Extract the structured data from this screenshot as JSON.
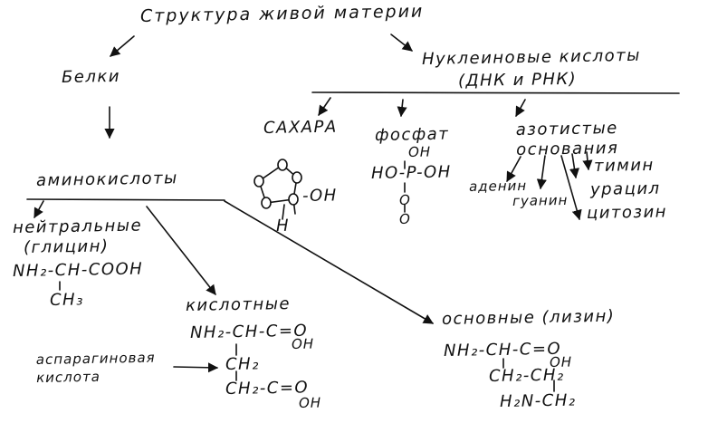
{
  "title": "Структура живой материи",
  "proteins": {
    "label": "Белки",
    "amino_acids": "аминокислоты",
    "neutral": {
      "label": "нейтральные",
      "example": "(глицин)",
      "formula": "NH₂-CH-COOH",
      "side_chain": "CH₃"
    },
    "acidic": {
      "label": "кислотные",
      "formula": "NH₂-CH-C=O",
      "oh": "OH",
      "chain1": "CH₂",
      "chain2": "CH₂-C=O",
      "oh2": "OH",
      "example_label": "аспарагиновая кислота"
    },
    "basic": {
      "label": "основные (лизин)",
      "formula": "NH₂-CH-C=O",
      "oh": "OH",
      "chain1": "CH₂-CH₂",
      "chain2": "H₂N-CH₂"
    }
  },
  "nucleic_acids": {
    "label": "Нуклеиновые кислоты",
    "sublabel": "(ДНК и РНК)",
    "sugars": {
      "label": "САХАРА",
      "ring_oh": "-OH",
      "ring_h": "H"
    },
    "phosphate": {
      "label": "фосфат",
      "oh_top": "OH",
      "formula": "HO-P-OH",
      "o_mid": "O",
      "o_bottom": "O"
    },
    "bases": {
      "label": "азотистые основания",
      "items": [
        "аденин",
        "гуанин",
        "тимин",
        "урацил",
        "цитозин"
      ]
    }
  }
}
